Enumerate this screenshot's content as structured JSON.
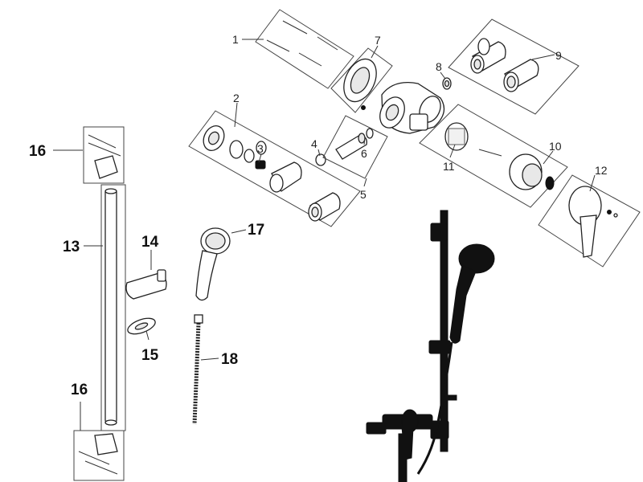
{
  "callouts": [
    {
      "id": "c1",
      "text": "1"
    },
    {
      "id": "c2",
      "text": "2"
    },
    {
      "id": "c3",
      "text": "3"
    },
    {
      "id": "c4",
      "text": "4"
    },
    {
      "id": "c5",
      "text": "5"
    },
    {
      "id": "c6",
      "text": "6"
    },
    {
      "id": "c7",
      "text": "7"
    },
    {
      "id": "c8",
      "text": "8"
    },
    {
      "id": "c9",
      "text": "9"
    },
    {
      "id": "c10",
      "text": "10"
    },
    {
      "id": "c11",
      "text": "11"
    },
    {
      "id": "c12",
      "text": "12"
    },
    {
      "id": "c13",
      "text": "13"
    },
    {
      "id": "c14",
      "text": "14"
    },
    {
      "id": "c15",
      "text": "15"
    },
    {
      "id": "c16a",
      "text": "16"
    },
    {
      "id": "c16b",
      "text": "16"
    },
    {
      "id": "c17",
      "text": "17"
    },
    {
      "id": "c18",
      "text": "18"
    }
  ],
  "colors": {
    "line": "#333333",
    "fixture": "#111111",
    "background": "#ffffff"
  }
}
